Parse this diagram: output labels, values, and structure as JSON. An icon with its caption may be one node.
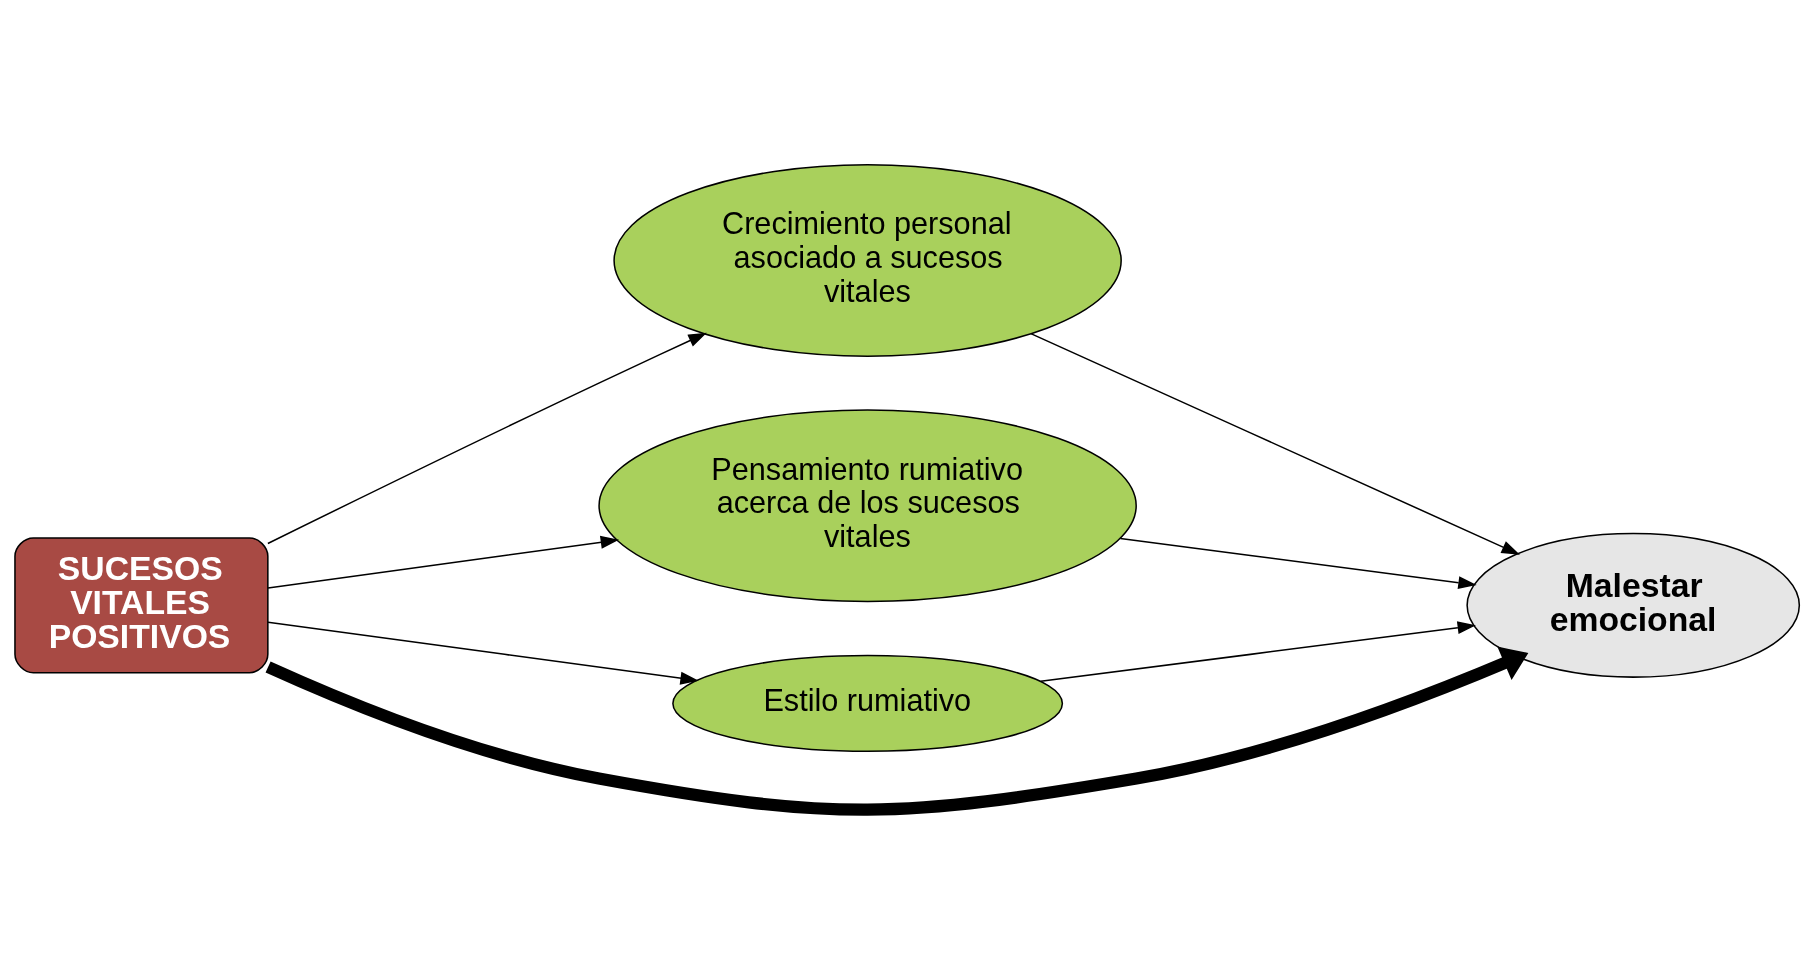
{
  "diagram": {
    "nodes": [
      {
        "text": [
          "SUCESOS VITALES POSITIVOS"
        ]
      },
      {
        "text": [
          "Crecimiento personal asociado a sucesos vitales"
        ]
      },
      {
        "text": [
          "Pensamiento rumiativo acerca de los sucesos vitales"
        ]
      },
      {
        "text": [
          "Estilo rumiativo"
        ]
      },
      {
        "text": [
          "Malestar emocional"
        ]
      }
    ],
    "edges": [
      {
        "from": 0,
        "to": 1,
        "arrow": "to"
      },
      {
        "from": 0,
        "to": 4,
        "arrow": "to",
        "style": "thick"
      },
      {
        "from": 0,
        "to": 2,
        "arrow": "to"
      },
      {
        "from": 0,
        "to": 3,
        "arrow": "to"
      },
      {
        "from": 1,
        "to": 4,
        "arrow": "to"
      },
      {
        "from": 2,
        "to": 4,
        "arrow": "to"
      },
      {
        "from": 3,
        "to": 4,
        "arrow": "to"
      }
    ]
  }
}
